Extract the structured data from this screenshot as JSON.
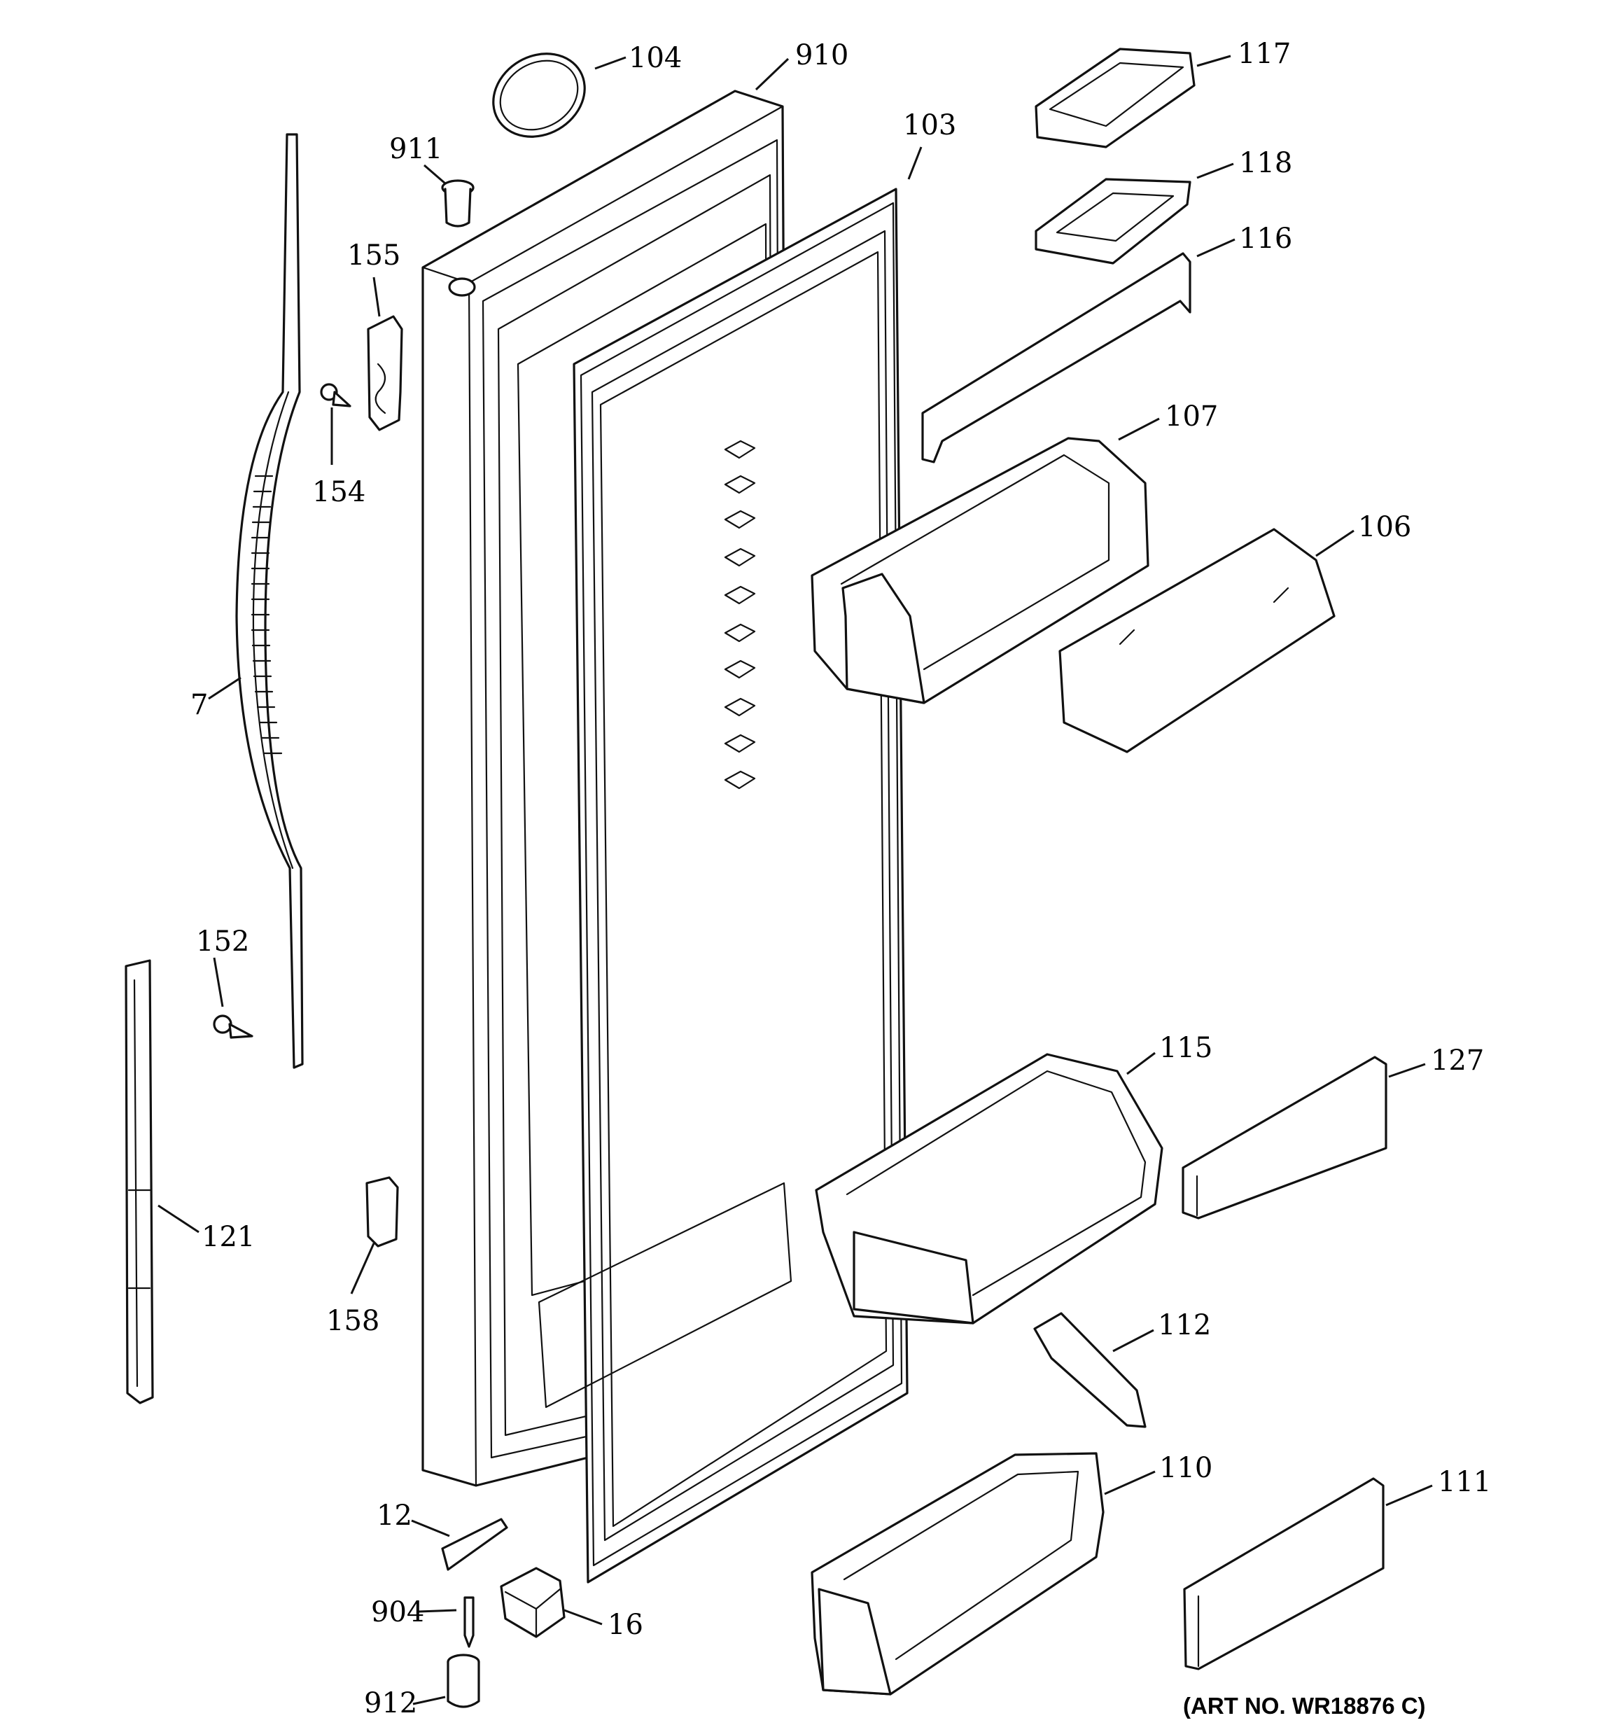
{
  "diagram": {
    "callouts": {
      "c104": "104",
      "c910": "910",
      "c117": "117",
      "c911": "911",
      "c103": "103",
      "c118": "118",
      "c155": "155",
      "c116": "116",
      "c154": "154",
      "c107": "107",
      "c106": "106",
      "c7": "7",
      "c152": "152",
      "c115": "115",
      "c127": "127",
      "c121": "121",
      "c158": "158",
      "c112": "112",
      "c110": "110",
      "c111": "111",
      "c12": "12",
      "c904": "904",
      "c16": "16",
      "c912": "912"
    },
    "art_number": "(ART NO. WR18876 C)"
  }
}
